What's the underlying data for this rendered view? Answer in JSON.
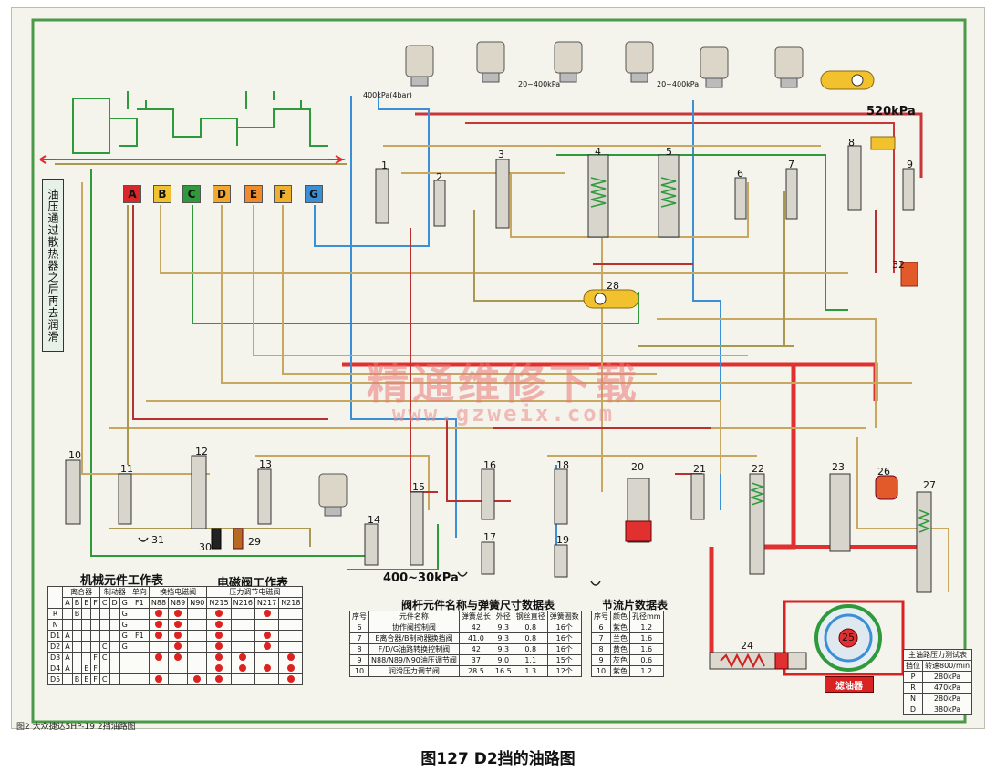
{
  "caption": "图127 D2挡的油路图",
  "footnote": "图2 大众捷达5HP-19 2挡油路图",
  "side_label": "油压通过散热器之后再去润滑",
  "watermark": {
    "text": "精通维修下载",
    "url": "www.gzweix.com"
  },
  "pressure_labels": {
    "p520": "520kPa",
    "p400_30": "400~30kPa",
    "p400_top": "400kPa(4bar)",
    "p20_400a": "20~400kPa",
    "p20_400b": "20~400kPa"
  },
  "solenoid_letters": [
    {
      "letter": "A",
      "color": "#d8262a"
    },
    {
      "letter": "B",
      "color": "#f2c12e"
    },
    {
      "letter": "C",
      "color": "#2f9a3c"
    },
    {
      "letter": "D",
      "color": "#f2a72e"
    },
    {
      "letter": "E",
      "color": "#f08a2a"
    },
    {
      "letter": "F",
      "color": "#f0b02e"
    },
    {
      "letter": "G",
      "color": "#3a8fd6"
    }
  ],
  "component_numbers": {
    "n1": "1",
    "n2": "2",
    "n3": "3",
    "n4": "4",
    "n5": "5",
    "n6": "6",
    "n7": "7",
    "n8": "8",
    "n9": "9",
    "n10": "10",
    "n11": "11",
    "n12": "12",
    "n13": "13",
    "n14": "14",
    "n15": "15",
    "n16": "16",
    "n17": "17",
    "n18": "18",
    "n19": "19",
    "n20": "20",
    "n21": "21",
    "n22": "22",
    "n23": "23",
    "n24": "24",
    "n25": "25",
    "n26": "26",
    "n27": "27",
    "n28": "28",
    "n29": "29",
    "n30": "30",
    "n31": "31",
    "n32": "32"
  },
  "mech_table": {
    "title": "机械元件工作表",
    "header_groups": [
      "离合器",
      "制动器",
      "单向"
    ],
    "col_labels": [
      "A",
      "B",
      "E",
      "F",
      "C",
      "D",
      "G",
      "F1"
    ],
    "rows": [
      {
        "label": "R",
        "cells": [
          "",
          "B",
          "",
          "",
          "",
          "",
          "G",
          ""
        ]
      },
      {
        "label": "N",
        "cells": [
          "",
          "",
          "",
          "",
          "",
          "",
          "G",
          ""
        ]
      },
      {
        "label": "D1",
        "cells": [
          "A",
          "",
          "",
          "",
          "",
          "",
          "G",
          "F1"
        ]
      },
      {
        "label": "D2",
        "cells": [
          "A",
          "",
          "",
          "",
          "C",
          "",
          "G",
          ""
        ]
      },
      {
        "label": "D3",
        "cells": [
          "A",
          "",
          "",
          "F",
          "C",
          "",
          "",
          ""
        ]
      },
      {
        "label": "D4",
        "cells": [
          "A",
          "",
          "E",
          "F",
          "",
          "",
          "",
          ""
        ]
      },
      {
        "label": "D5",
        "cells": [
          "",
          "B",
          "E",
          "F",
          "C",
          "",
          "",
          ""
        ]
      }
    ]
  },
  "solenoid_table": {
    "title": "电磁阀工作表",
    "groups": [
      "换挡电磁阀",
      "压力调节电磁阀"
    ],
    "cols": [
      "N88",
      "N89",
      "N90",
      "N215",
      "N216",
      "N217",
      "N218"
    ],
    "rows": [
      [
        1,
        1,
        0,
        1,
        0,
        1,
        0
      ],
      [
        1,
        1,
        0,
        1,
        0,
        0,
        0
      ],
      [
        1,
        1,
        0,
        1,
        0,
        1,
        0
      ],
      [
        0,
        1,
        0,
        1,
        0,
        1,
        0
      ],
      [
        1,
        1,
        0,
        1,
        1,
        0,
        1
      ],
      [
        0,
        0,
        0,
        1,
        1,
        1,
        1
      ],
      [
        1,
        0,
        1,
        1,
        0,
        0,
        1
      ]
    ]
  },
  "valve_table": {
    "title": "阀杆元件名称与弹簧尺寸数据表",
    "headers": [
      "序号",
      "元件名称",
      "弹簧总长",
      "外径",
      "钢丝直径",
      "弹簧圈数"
    ],
    "rows": [
      [
        "6",
        "协作阀控制阀",
        "42",
        "9.3",
        "0.8",
        "16个"
      ],
      [
        "7",
        "E离合器/B制动器换挡阀",
        "41.0",
        "9.3",
        "0.8",
        "16个"
      ],
      [
        "8",
        "F/D/G油路转换控制阀",
        "42",
        "9.3",
        "0.8",
        "16个"
      ],
      [
        "9",
        "N88/N89/N90油压调节阀",
        "37",
        "9.0",
        "1.1",
        "15个"
      ],
      [
        "10",
        "润滑压力调节阀",
        "28.5",
        "16.5",
        "1.3",
        "12个"
      ]
    ]
  },
  "orifice_table": {
    "title": "节流片数据表",
    "headers": [
      "序号",
      "颜色",
      "孔径mm"
    ],
    "rows": [
      [
        "6",
        "紫色",
        "1.2"
      ],
      [
        "7",
        "兰色",
        "1.6"
      ],
      [
        "8",
        "黄色",
        "1.6"
      ],
      [
        "9",
        "灰色",
        "0.6"
      ],
      [
        "10",
        "紫色",
        "1.2"
      ]
    ]
  },
  "pressure_test_table": {
    "title": "主油路压力测试表",
    "headers": [
      "挡位",
      "转速800/min"
    ],
    "rows": [
      [
        "P",
        "280kPa"
      ],
      [
        "R",
        "470kPa"
      ],
      [
        "N",
        "280kPa"
      ],
      [
        "D",
        "380kPa"
      ]
    ]
  },
  "pump_label": "滤油器",
  "colors": {
    "main_line": "#d8262a",
    "green_line": "#2f9a3c",
    "blue_line": "#3a8fd6",
    "tan_line": "#c8a860",
    "olive_line": "#a89850",
    "frame": "#4a9a4a"
  }
}
